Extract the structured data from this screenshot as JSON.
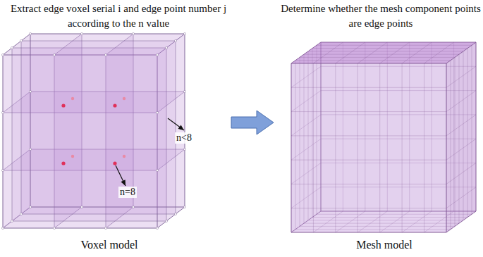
{
  "diagram": {
    "labels": [
      "Extract edge voxel serial i and edge point number j according to the n value",
      "Determine whether the mesh component points are edge points",
      "n<8",
      "n=8",
      "Voxel model",
      "Mesh model"
    ]
  }
}
